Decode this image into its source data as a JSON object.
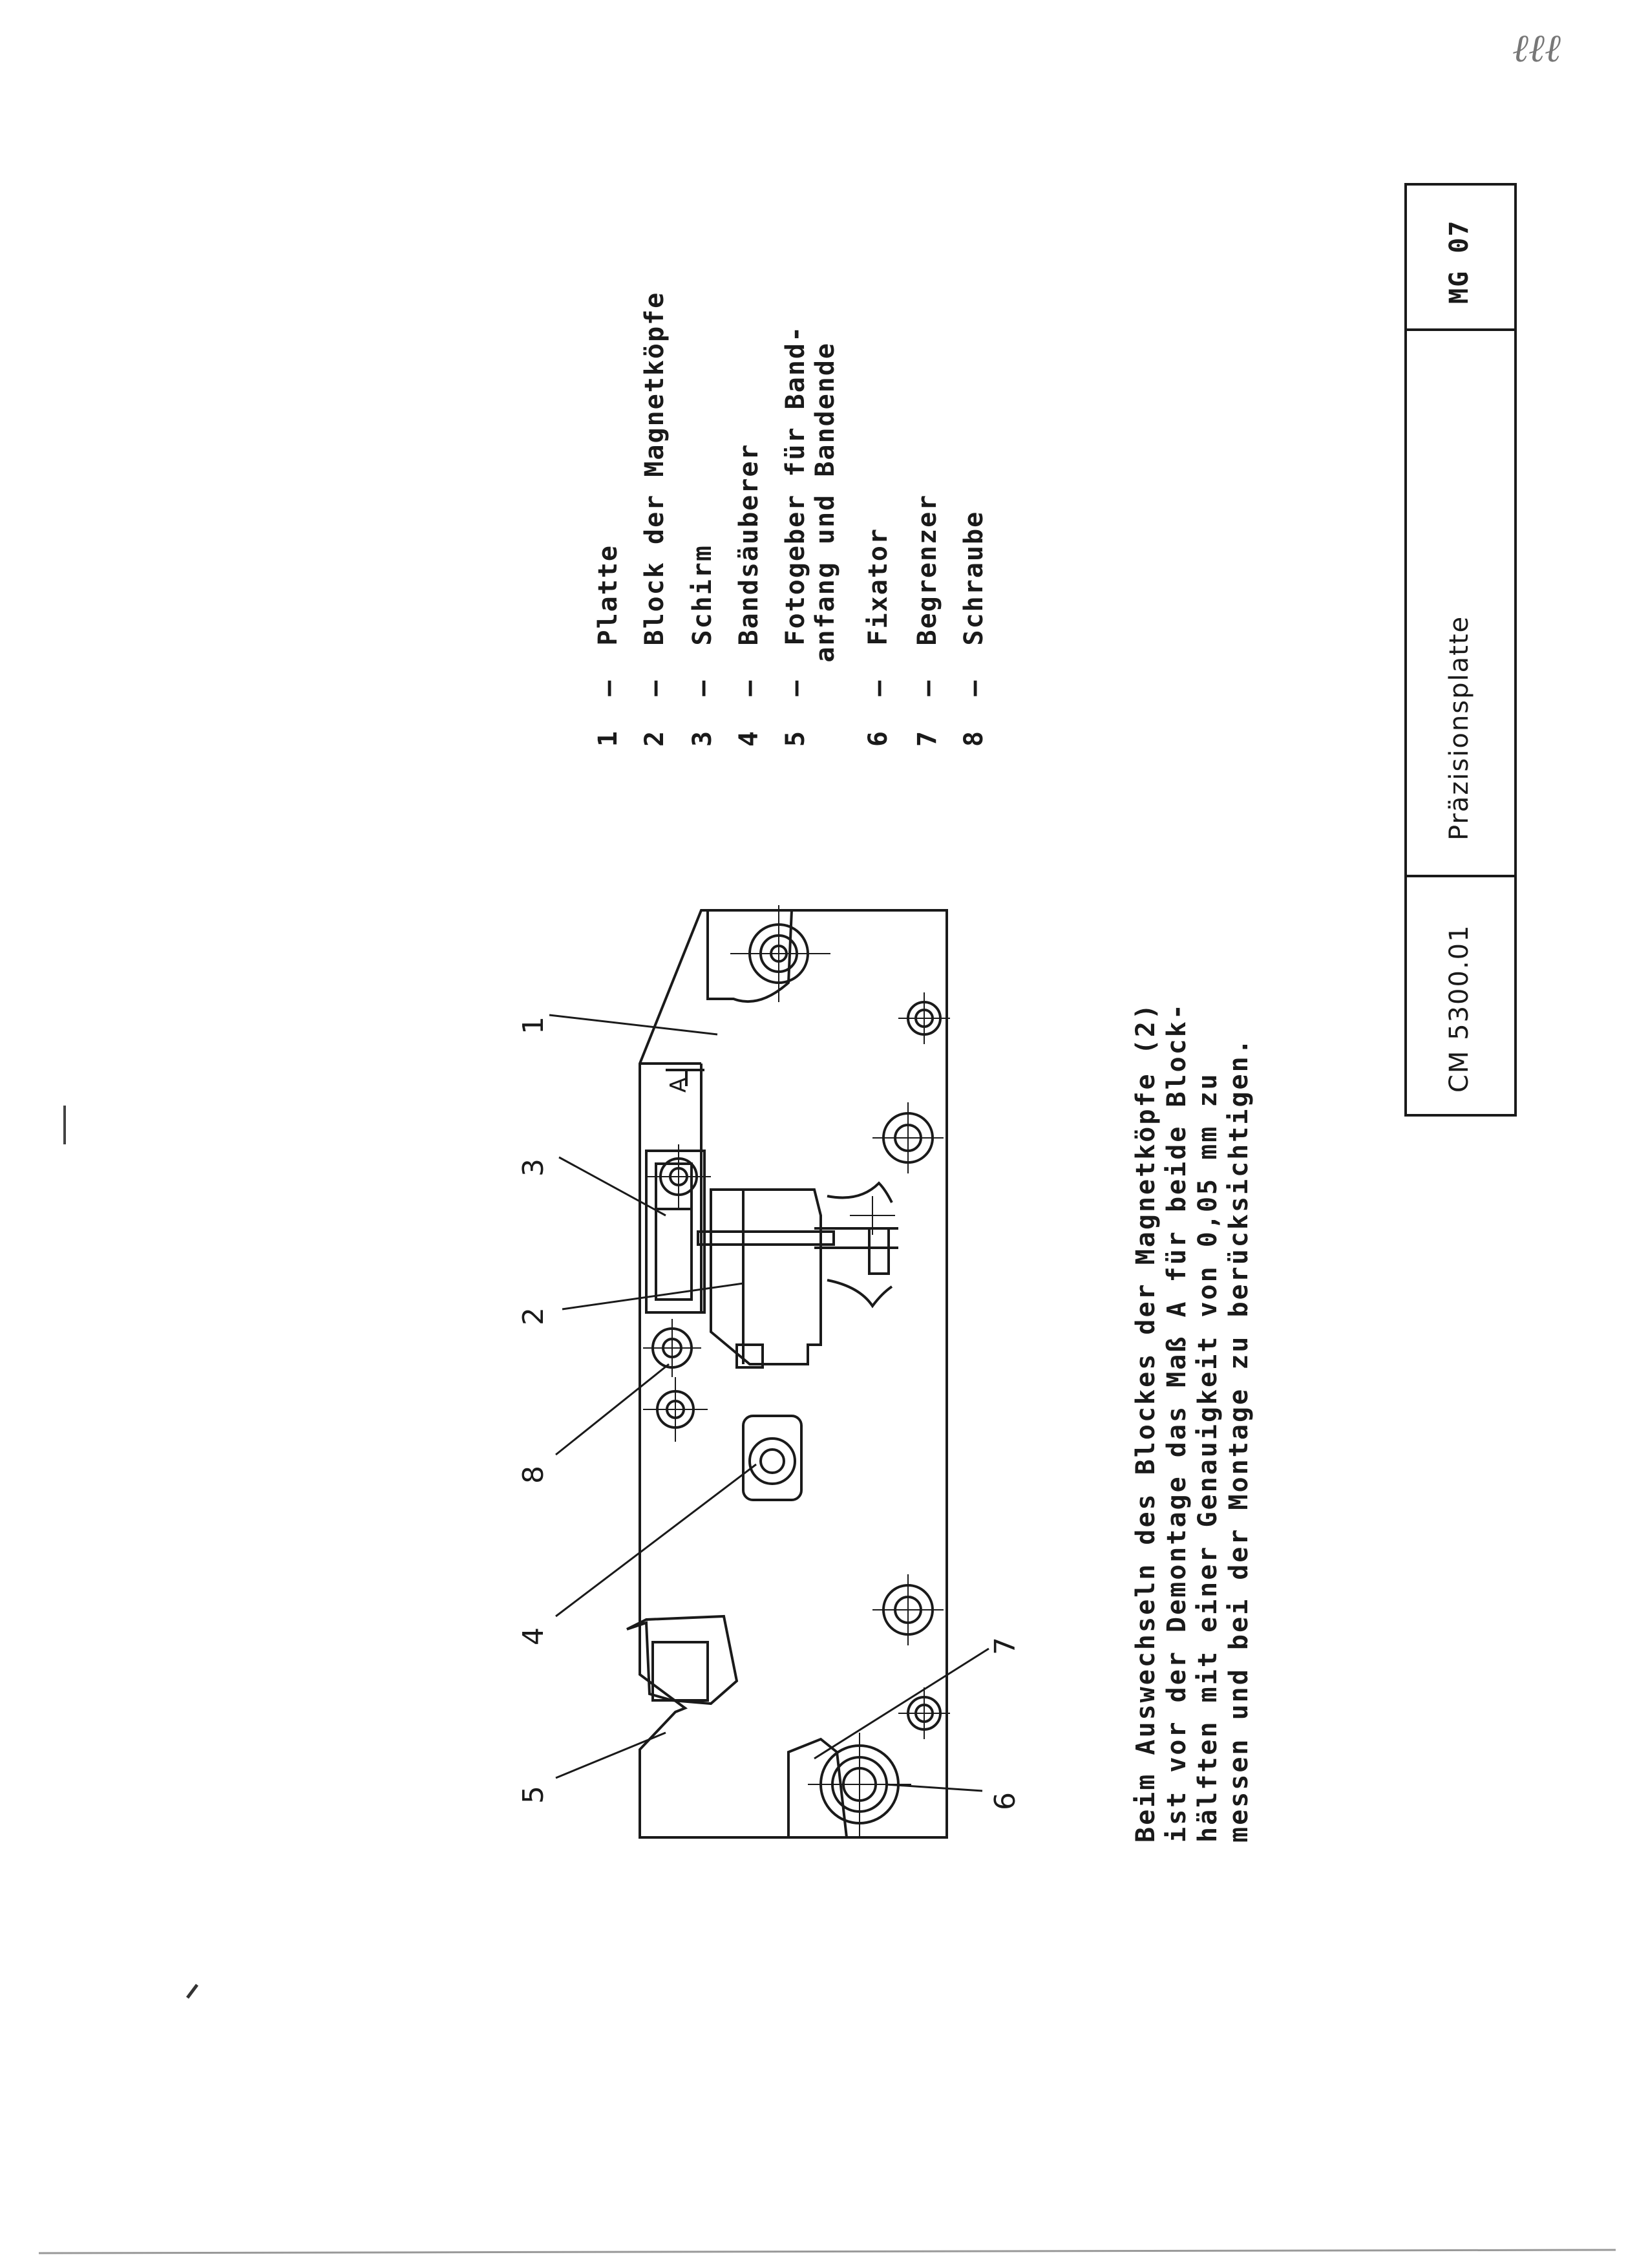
{
  "page_mark": "ℓℓℓ",
  "legend": [
    {
      "num": "1",
      "text": "Platte"
    },
    {
      "num": "2",
      "text": "Block der Magnetköpfe"
    },
    {
      "num": "3",
      "text": "Schirm"
    },
    {
      "num": "4",
      "text": "Bandsäuberer"
    },
    {
      "num": "5",
      "text": "Fotogeber für Band-",
      "cont": "anfang und Bandende"
    },
    {
      "num": "6",
      "text": "Fixator"
    },
    {
      "num": "7",
      "text": "Begrenzer"
    },
    {
      "num": "8",
      "text": "Schraube"
    }
  ],
  "note_lines": [
    "Beim Auswechseln des Blockes der Magnetköpfe (2)",
    "ist vor der Demontage das Maß A für beide Block-",
    "hälften mit einer Genauigkeit von 0,05 mm zu",
    "messen und bei der Montage zu berücksichtigen."
  ],
  "title_block": {
    "doc_number": "CM 5300.01",
    "title": "Präzisionsplatte",
    "code": "MG 07"
  },
  "diagram": {
    "callouts": [
      "1",
      "2",
      "3",
      "4",
      "5",
      "6",
      "7",
      "8"
    ],
    "dimension_label": "A"
  }
}
